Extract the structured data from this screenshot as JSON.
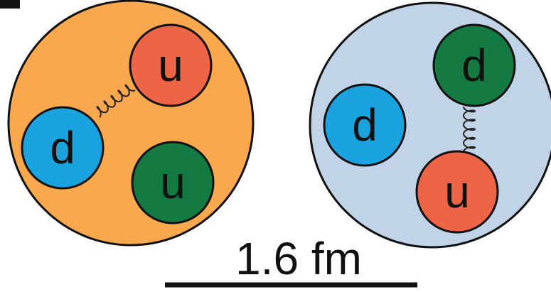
{
  "colors": {
    "proton_fill": "#F9A84D",
    "neutron_fill": "#C1D3E6",
    "up_quark_red": "#EE6447",
    "up_quark_green": "#147A42",
    "down_quark_blue": "#1BA3DF",
    "down_quark_green": "#147A42",
    "outline": "#111111"
  },
  "proton": {
    "quarks": [
      {
        "label": "u"
      },
      {
        "label": "d"
      },
      {
        "label": "u"
      }
    ]
  },
  "neutron": {
    "quarks": [
      {
        "label": "d"
      },
      {
        "label": "d"
      },
      {
        "label": "u"
      }
    ]
  },
  "scale": {
    "label": "1.6 fm"
  }
}
